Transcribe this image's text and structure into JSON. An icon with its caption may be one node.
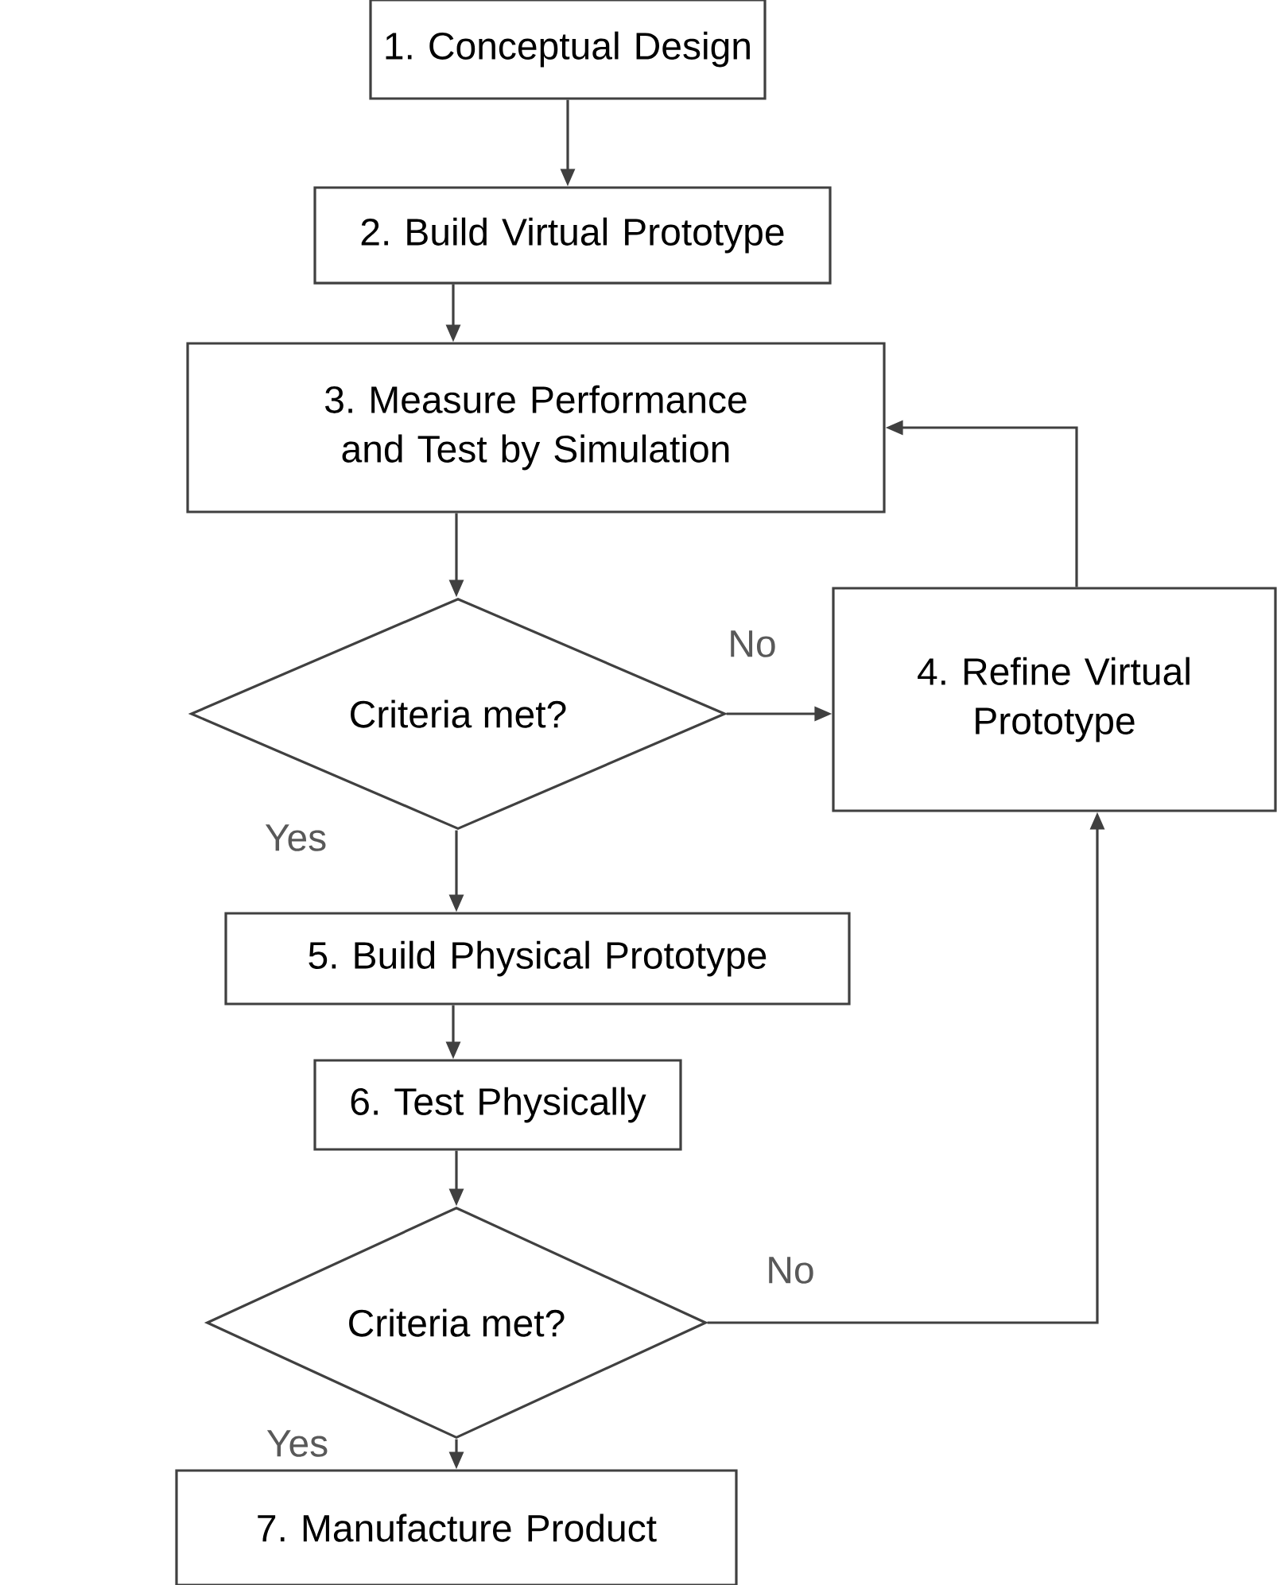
{
  "diagram": {
    "nodes": [
      {
        "text": [
          "1. Conceptual Design"
        ]
      },
      {
        "text": [
          "2. Build Virtual Prototype"
        ]
      },
      {
        "text": [
          "3. Measure Performance and Test by Simulation"
        ]
      },
      {
        "text": [
          "Criteria met?"
        ]
      },
      {
        "text": [
          "4. Refine Virtual Prototype"
        ]
      },
      {
        "text": [
          "5. Build Physical Prototype"
        ]
      },
      {
        "text": [
          "6. Test Physically"
        ]
      },
      {
        "text": [
          "Criteria met?"
        ]
      },
      {
        "text": [
          "7. Manufacture Product"
        ]
      }
    ],
    "edges": [
      {
        "from": 0,
        "to": 1,
        "arrow": "to"
      },
      {
        "from": 1,
        "to": 2,
        "arrow": "to"
      },
      {
        "from": 2,
        "to": 3,
        "arrow": "to"
      },
      {
        "from": 3,
        "to": 4,
        "arrow": "to",
        "label": "No"
      },
      {
        "from": 3,
        "to": 5,
        "arrow": "to",
        "label": "Yes"
      },
      {
        "from": 4,
        "to": 2,
        "arrow": "to"
      },
      {
        "from": 5,
        "to": 6,
        "arrow": "to"
      },
      {
        "from": 6,
        "to": 7,
        "arrow": "to"
      },
      {
        "from": 7,
        "to": 4,
        "arrow": "to",
        "label": "No"
      },
      {
        "from": 7,
        "to": 8,
        "arrow": "to",
        "label": "Yes"
      }
    ]
  }
}
